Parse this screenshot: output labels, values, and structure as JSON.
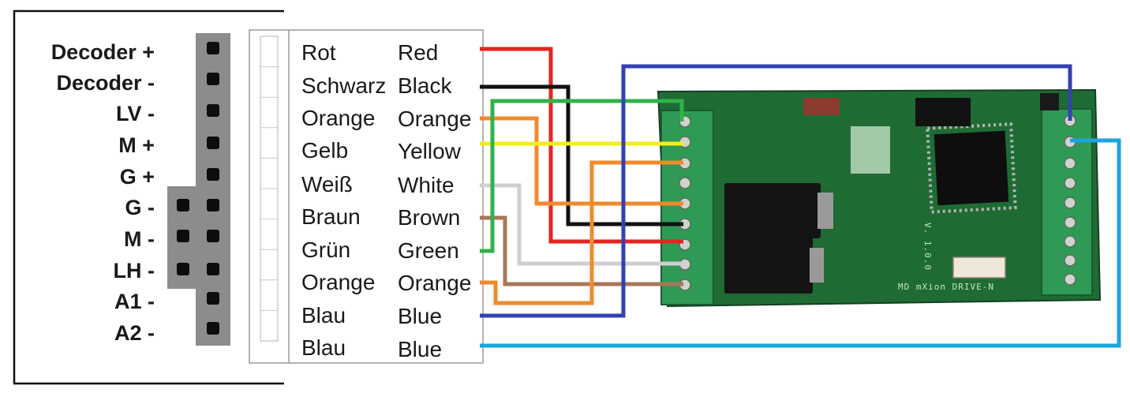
{
  "connector": {
    "pins": [
      "Decoder +",
      "Decoder -",
      "LV -",
      "M +",
      "G +",
      "G -",
      "M -",
      "LH -",
      "A1 -",
      "A2 -"
    ]
  },
  "wires": [
    {
      "de": "Rot",
      "en": "Red",
      "color": "#e52421"
    },
    {
      "de": "Schwarz",
      "en": "Black",
      "color": "#111111"
    },
    {
      "de": "Orange",
      "en": "Orange",
      "color": "#f18a2b"
    },
    {
      "de": "Gelb",
      "en": "Yellow",
      "color": "#f5ee1a"
    },
    {
      "de": "Weiß",
      "en": "White",
      "color": "#cfcfcf"
    },
    {
      "de": "Braun",
      "en": "Brown",
      "color": "#a7765a"
    },
    {
      "de": "Grün",
      "en": "Green",
      "color": "#2fb34a"
    },
    {
      "de": "Orange",
      "en": "Orange",
      "color": "#f18a2b"
    },
    {
      "de": "Blau",
      "en": "Blue",
      "color": "#3440b5"
    },
    {
      "de": "Blau",
      "en": "Blue",
      "color": "#1aa5e0"
    }
  ],
  "board": {
    "silkscreen": [
      "MD mXion DRIVE-N",
      "V. 1.0.0"
    ],
    "pcb_color": "#1f6b34",
    "terminal_color": "#2f9a55"
  }
}
